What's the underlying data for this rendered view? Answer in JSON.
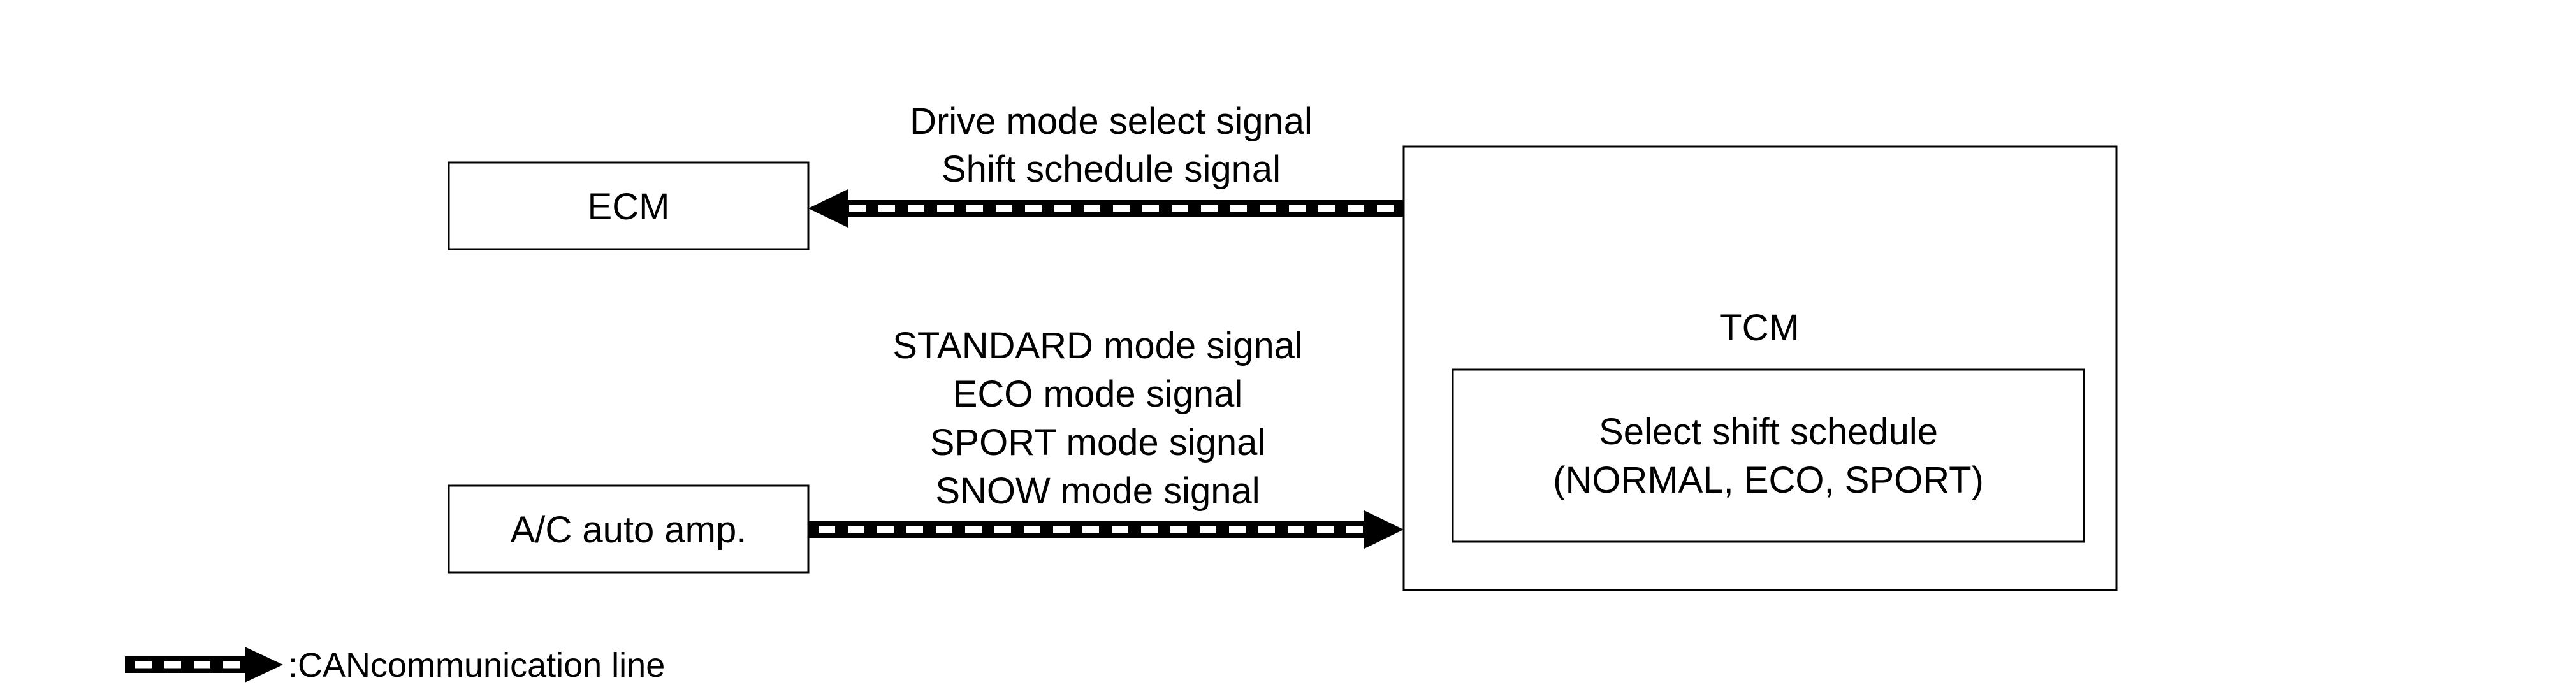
{
  "blocks": {
    "ecm": {
      "label": "ECM"
    },
    "ac_auto_amp": {
      "label": "A/C auto amp."
    },
    "tcm": {
      "label": "TCM",
      "inner_label_line1": "Select shift schedule",
      "inner_label_line2": "(NORMAL, ECO, SPORT)"
    }
  },
  "connections": {
    "tcm_to_ecm": {
      "signals": [
        "Drive mode select signal",
        "Shift schedule signal"
      ]
    },
    "ac_to_tcm": {
      "signals": [
        "STANDARD mode signal",
        "ECO mode signal",
        "SPORT mode signal",
        "SNOW mode signal"
      ]
    }
  },
  "legend": {
    "label": ":CANcommunication line"
  },
  "colors": {
    "line": "#000000",
    "dash": "#ffffff",
    "background": "#ffffff"
  }
}
